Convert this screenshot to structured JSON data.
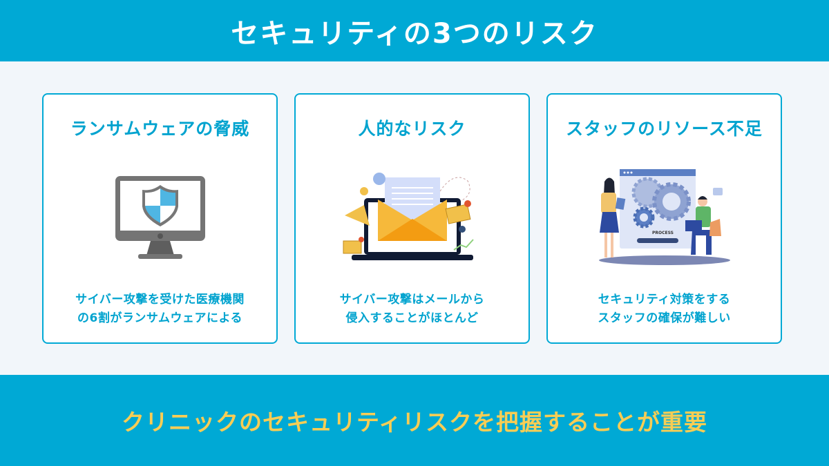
{
  "header": {
    "title": "セキュリティの3つのリスク"
  },
  "cards": [
    {
      "title": "ランサムウェアの脅威",
      "illustration": "monitor-shield-icon",
      "desc_lines": [
        "サイバー攻撃を受けた医療機関",
        "の6割がランサムウェアによる"
      ]
    },
    {
      "title": "人的なリスク",
      "illustration": "email-laptop-icon",
      "desc_lines": [
        "サイバー攻撃はメールから",
        "侵入することがほとんど"
      ]
    },
    {
      "title": "スタッフのリソース不足",
      "illustration": "staff-gears-icon",
      "process_label": "PROCESS",
      "desc_lines": [
        "セキュリティ対策をする",
        "スタッフの確保が難しい"
      ]
    }
  ],
  "footer": {
    "message": "クリニックのセキュリティリスクを把握することが重要"
  },
  "colors": {
    "brand": "#00a9d5",
    "accent_text": "#f7cd55",
    "background": "#f2f6fa",
    "card_text": "#00a3cf"
  }
}
